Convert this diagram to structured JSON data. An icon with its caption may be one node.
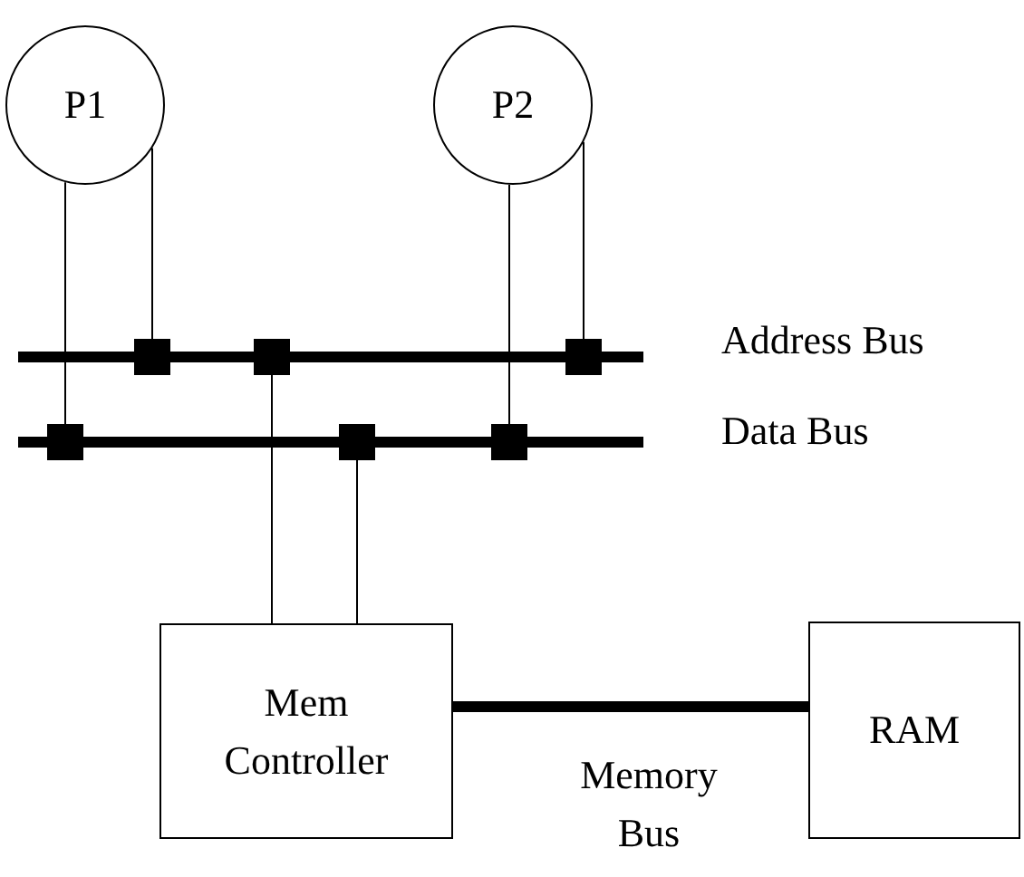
{
  "diagram": {
    "nodes": [
      {
        "text": [
          "P1"
        ]
      },
      {
        "text": [
          "P2"
        ]
      },
      {
        "text": [],
        "shape": "bar",
        "beside": [
          "Address Bus"
        ]
      },
      {
        "text": [],
        "shape": "bar",
        "beside": [
          "Data Bus"
        ]
      },
      {
        "text": [
          "Mem Controller"
        ]
      },
      {
        "text": [
          "RAM"
        ]
      }
    ],
    "edges": [
      {
        "from": 0,
        "to": 3,
        "arrow": "other"
      },
      {
        "from": 0,
        "to": 2,
        "arrow": "other"
      },
      {
        "from": 1,
        "to": 3,
        "arrow": "other"
      },
      {
        "from": 1,
        "to": 2,
        "arrow": "other"
      },
      {
        "from": 4,
        "to": 2,
        "arrow": "other"
      },
      {
        "from": 4,
        "to": 3,
        "arrow": "other"
      },
      {
        "from": 4,
        "to": 5,
        "arrow": "none",
        "label": "Memory Bus",
        "style": "thick"
      }
    ]
  }
}
